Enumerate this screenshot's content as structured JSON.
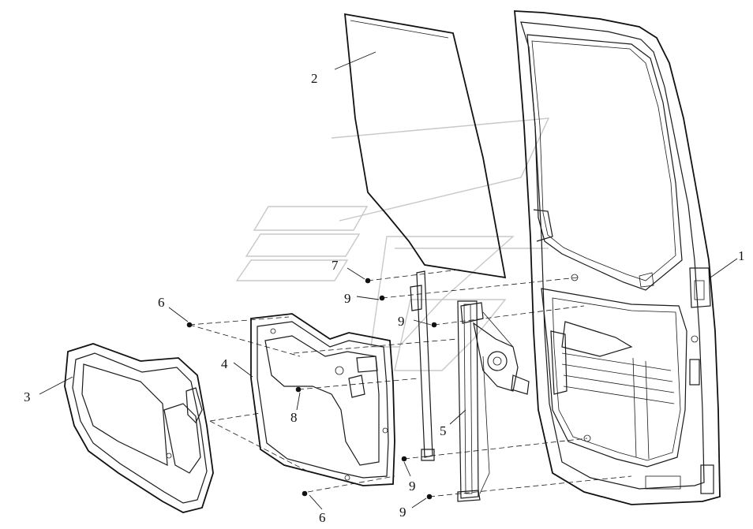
{
  "callouts": [
    {
      "key": "door-frame",
      "label": "1"
    },
    {
      "key": "window-glass",
      "label": "2"
    },
    {
      "key": "door-trim-panel",
      "label": "3"
    },
    {
      "key": "inner-panel",
      "label": "4"
    },
    {
      "key": "window-regulator",
      "label": "5"
    },
    {
      "key": "clip-upper",
      "label": "6"
    },
    {
      "key": "clip-lower",
      "label": "6"
    },
    {
      "key": "bolt-7",
      "label": "7"
    },
    {
      "key": "fastener-8",
      "label": "8"
    },
    {
      "key": "bolt-9-a",
      "label": "9"
    },
    {
      "key": "bolt-9-b",
      "label": "9"
    },
    {
      "key": "bolt-9-c",
      "label": "9"
    },
    {
      "key": "bolt-9-d",
      "label": "9"
    }
  ]
}
